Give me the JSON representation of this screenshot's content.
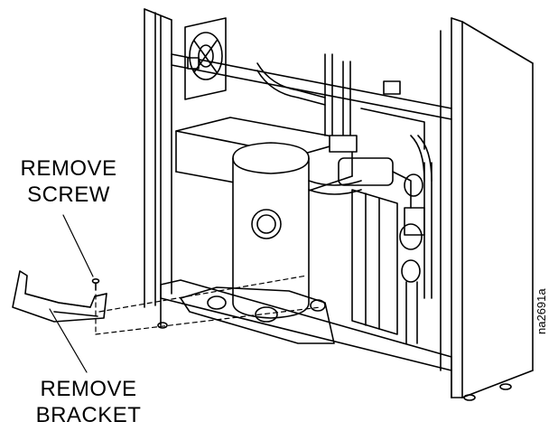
{
  "callouts": {
    "screw": {
      "line1": "REMOVE",
      "line2": "SCREW"
    },
    "bracket": {
      "line1": "REMOVE",
      "line2": "BRACKET"
    }
  },
  "figure_id": "na2691a",
  "colors": {
    "line": "#000000",
    "background": "#ffffff"
  }
}
